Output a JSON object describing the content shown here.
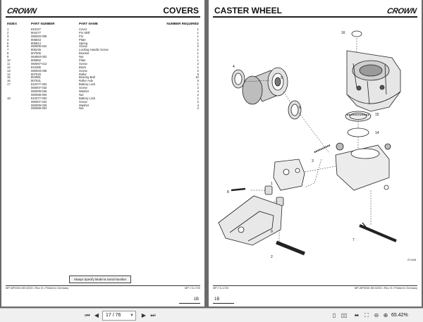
{
  "left_page": {
    "logo": "CROWN",
    "title": "COVERS",
    "headers": {
      "index": "INDEX",
      "part_number": "PART NUMBER",
      "part_name": "PART NAME",
      "qty": "NUMBER REQUIRED"
    },
    "rows": [
      {
        "idx": "1",
        "pn": "810427",
        "name": "Cover",
        "qty": "1"
      },
      {
        "idx": "2",
        "pn": "804277",
        "name": "Pin Shift",
        "qty": "1"
      },
      {
        "idx": "3",
        "pn": "060020-009",
        "name": "Pin",
        "qty": "1"
      },
      {
        "idx": "4",
        "pn": "805843",
        "name": "Plate",
        "qty": "1"
      },
      {
        "idx": "5",
        "pn": "805814",
        "name": "Spring",
        "qty": "1"
      },
      {
        "idx": "6",
        "pn": "060006-022",
        "name": "Screw",
        "qty": "2"
      },
      {
        "idx": "7",
        "pn": "806245",
        "name": "Locking Handle Screw",
        "qty": "1"
      },
      {
        "idx": "8",
        "pn": "807506",
        "name": "Bracket",
        "qty": "1"
      },
      {
        "idx": "9",
        "pn": "064863-002",
        "name": "Nut",
        "qty": "1"
      },
      {
        "idx": "10",
        "pn": "806862",
        "name": "Plate",
        "qty": "1"
      },
      {
        "idx": "11",
        "pn": "060067-012",
        "name": "Screw",
        "qty": "2"
      },
      {
        "idx": "12",
        "pn": "810385",
        "name": "Block",
        "qty": "1"
      },
      {
        "idx": "13",
        "pn": "060003-035",
        "name": "Screw",
        "qty": "2"
      },
      {
        "idx": "14",
        "pn": "807533",
        "name": "Roller",
        "qty": "5"
      },
      {
        "idx": "15",
        "pn": "804681",
        "name": "Bearing Ball",
        "qty": "10"
      },
      {
        "idx": "16",
        "pn": "807531",
        "name": "Roller Axle",
        "qty": "5"
      },
      {
        "idx": "17",
        "pn": "810377-004",
        "name": "Battery Lock",
        "qty": "1"
      },
      {
        "idx": "",
        "pn": "060007-032",
        "name": "Screw",
        "qty": "2"
      },
      {
        "idx": "",
        "pn": "060009-026",
        "name": "Washer",
        "qty": "4"
      },
      {
        "idx": "",
        "pn": "060068-004",
        "name": "Nut",
        "qty": "2"
      },
      {
        "idx": "18",
        "pn": "810377-003",
        "name": "Battery Lock",
        "qty": "1"
      },
      {
        "idx": "",
        "pn": "060007-032",
        "name": "Screw",
        "qty": "2"
      },
      {
        "idx": "",
        "pn": "060009-026",
        "name": "Washer",
        "qty": "4"
      },
      {
        "idx": "",
        "pn": "060068-004",
        "name": "Nut",
        "qty": "2"
      }
    ],
    "notice": "Always Specify Model & Serial Number",
    "footer_left": "MP-WP2000-SB 02/03 • Rev. B • Printed in Germany",
    "footer_right": "MP-7.0-1720",
    "page_number": "1B"
  },
  "right_page": {
    "title": "CASTER WHEEL",
    "logo": "CROWN",
    "callouts": [
      "16",
      "4",
      "5",
      "6",
      "15",
      "14",
      "3",
      "8",
      "9",
      "1",
      "7",
      "2"
    ],
    "drawing_id": "071448",
    "footer_left": "MP-7.0-1720",
    "footer_right": "MP-WP2000-SB 02/03 • Rev. B • Printed in Germany",
    "page_number": "1B"
  },
  "toolbar": {
    "page_value": "17 / 76",
    "zoom": "65.42%"
  }
}
